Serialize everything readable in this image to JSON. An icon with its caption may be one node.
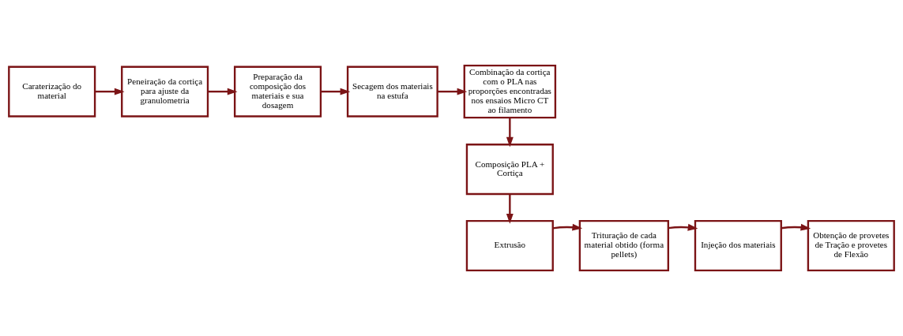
{
  "diagram": {
    "nodes": [
      {
        "text": [
          "Caraterização do material"
        ]
      },
      {
        "text": [
          "Peneiração da cortiça para ajuste da granulometria"
        ]
      },
      {
        "text": [
          "Preparação da composição dos materiais e sua dosagem"
        ]
      },
      {
        "text": [
          "Secagem dos materiais na estufa"
        ]
      },
      {
        "text": [
          "Combinação da cortiça com o PLA nas proporções encontradas nos ensaios Micro CT ao filamento"
        ]
      },
      {
        "text": [
          "Composição PLA + Cortiça"
        ]
      },
      {
        "text": [
          "Extrusão"
        ]
      },
      {
        "text": [
          "Trituração de cada material obtido (forma pellets)"
        ]
      },
      {
        "text": [
          "Injeção dos materiais"
        ]
      },
      {
        "text": [
          "Obtenção de provetes de Tração e provetes de Flexão"
        ]
      }
    ],
    "edges": [
      {
        "from": 0,
        "to": 1,
        "arrow": "to"
      },
      {
        "from": 1,
        "to": 2,
        "arrow": "to"
      },
      {
        "from": 2,
        "to": 3,
        "arrow": "to"
      },
      {
        "from": 3,
        "to": 4,
        "arrow": "to"
      },
      {
        "from": 4,
        "to": 5,
        "arrow": "to"
      },
      {
        "from": 5,
        "to": 6,
        "arrow": "to"
      },
      {
        "from": 6,
        "to": 7,
        "arrow": "to"
      },
      {
        "from": 7,
        "to": 8,
        "arrow": "to"
      },
      {
        "from": 8,
        "to": 9,
        "arrow": "to"
      }
    ]
  }
}
